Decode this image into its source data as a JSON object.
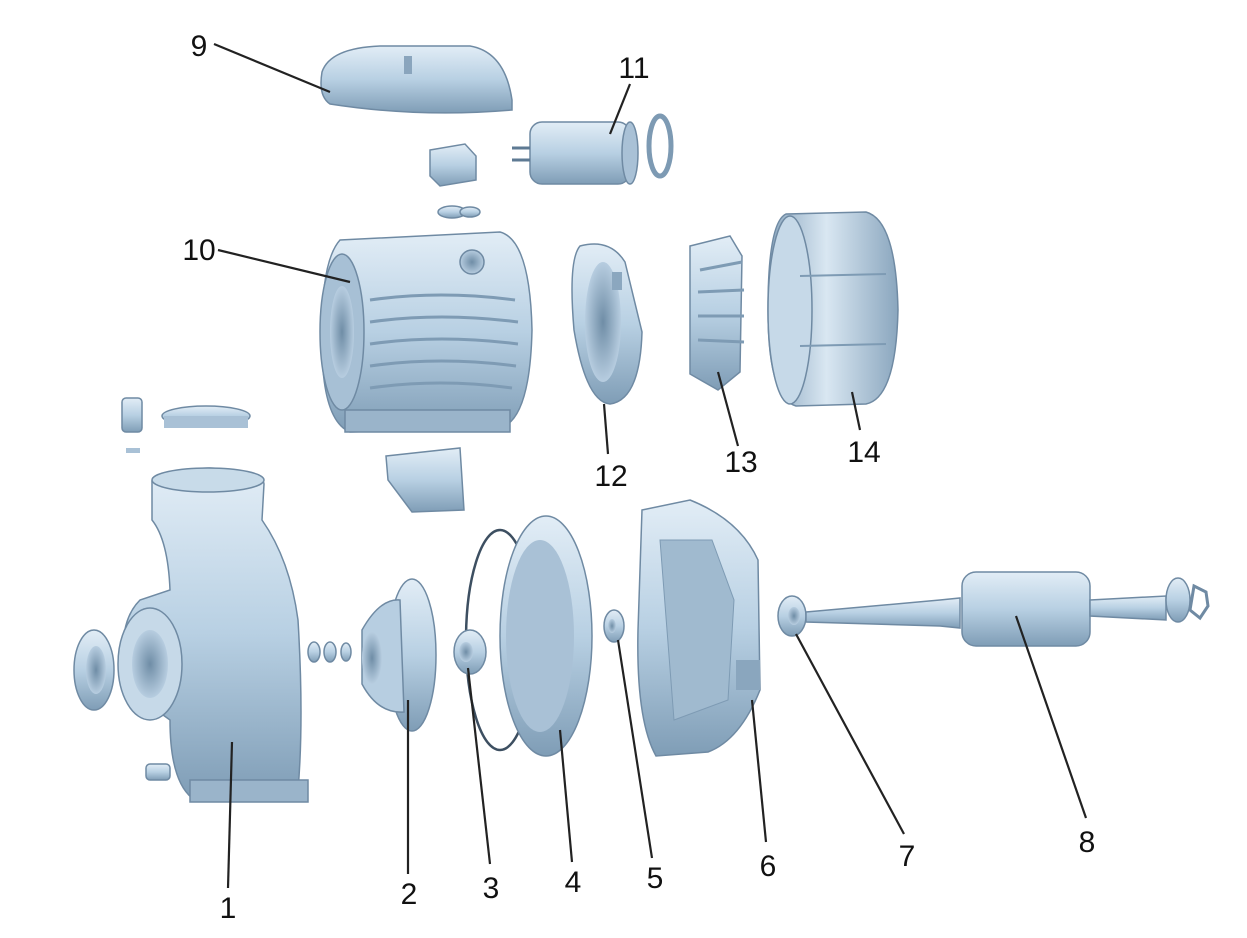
{
  "diagram": {
    "type": "exploded-view",
    "callouts": [
      {
        "id": "1",
        "label": "1"
      },
      {
        "id": "2",
        "label": "2"
      },
      {
        "id": "3",
        "label": "3"
      },
      {
        "id": "4",
        "label": "4"
      },
      {
        "id": "5",
        "label": "5"
      },
      {
        "id": "6",
        "label": "6"
      },
      {
        "id": "7",
        "label": "7"
      },
      {
        "id": "8",
        "label": "8"
      },
      {
        "id": "9",
        "label": "9"
      },
      {
        "id": "10",
        "label": "10"
      },
      {
        "id": "11",
        "label": "11"
      },
      {
        "id": "12",
        "label": "12"
      },
      {
        "id": "13",
        "label": "13"
      },
      {
        "id": "14",
        "label": "14"
      }
    ]
  },
  "colors": {
    "part_fill": "#bcd4e6",
    "part_shadow": "#7e9bb4",
    "part_highlight": "#e6f0f7",
    "leader": "#222222"
  }
}
